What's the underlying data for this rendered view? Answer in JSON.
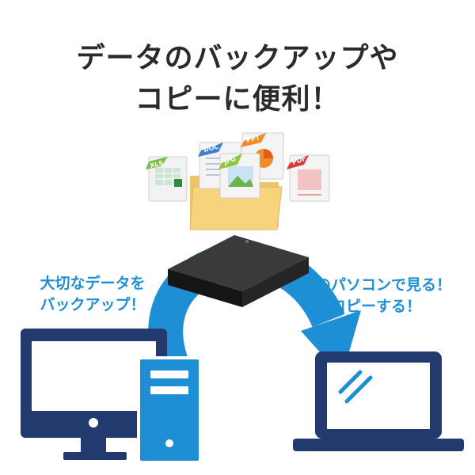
{
  "headline": {
    "line1": "データのバックアップや",
    "line2": "コピーに便利！"
  },
  "callout_left": {
    "line1": "大切なデータを",
    "line2": "バックアップ！"
  },
  "callout_right": {
    "line1": "他のパソコンで見る！",
    "line2": "コピーする！"
  },
  "file_icons": {
    "xls": "XLS",
    "doc": "DOC",
    "ppt": "PPT",
    "jpg": "JPG",
    "pdf": "PDF"
  },
  "colors": {
    "headline": "#2b2b2b",
    "callout_text": "#1e8fd5",
    "arrow": "#1e8fd5",
    "computer_navy": "#233a6e",
    "tower_blue": "#1e8fd5",
    "folder": "#f7d37c",
    "hdd_black": "#1b1b1b"
  }
}
